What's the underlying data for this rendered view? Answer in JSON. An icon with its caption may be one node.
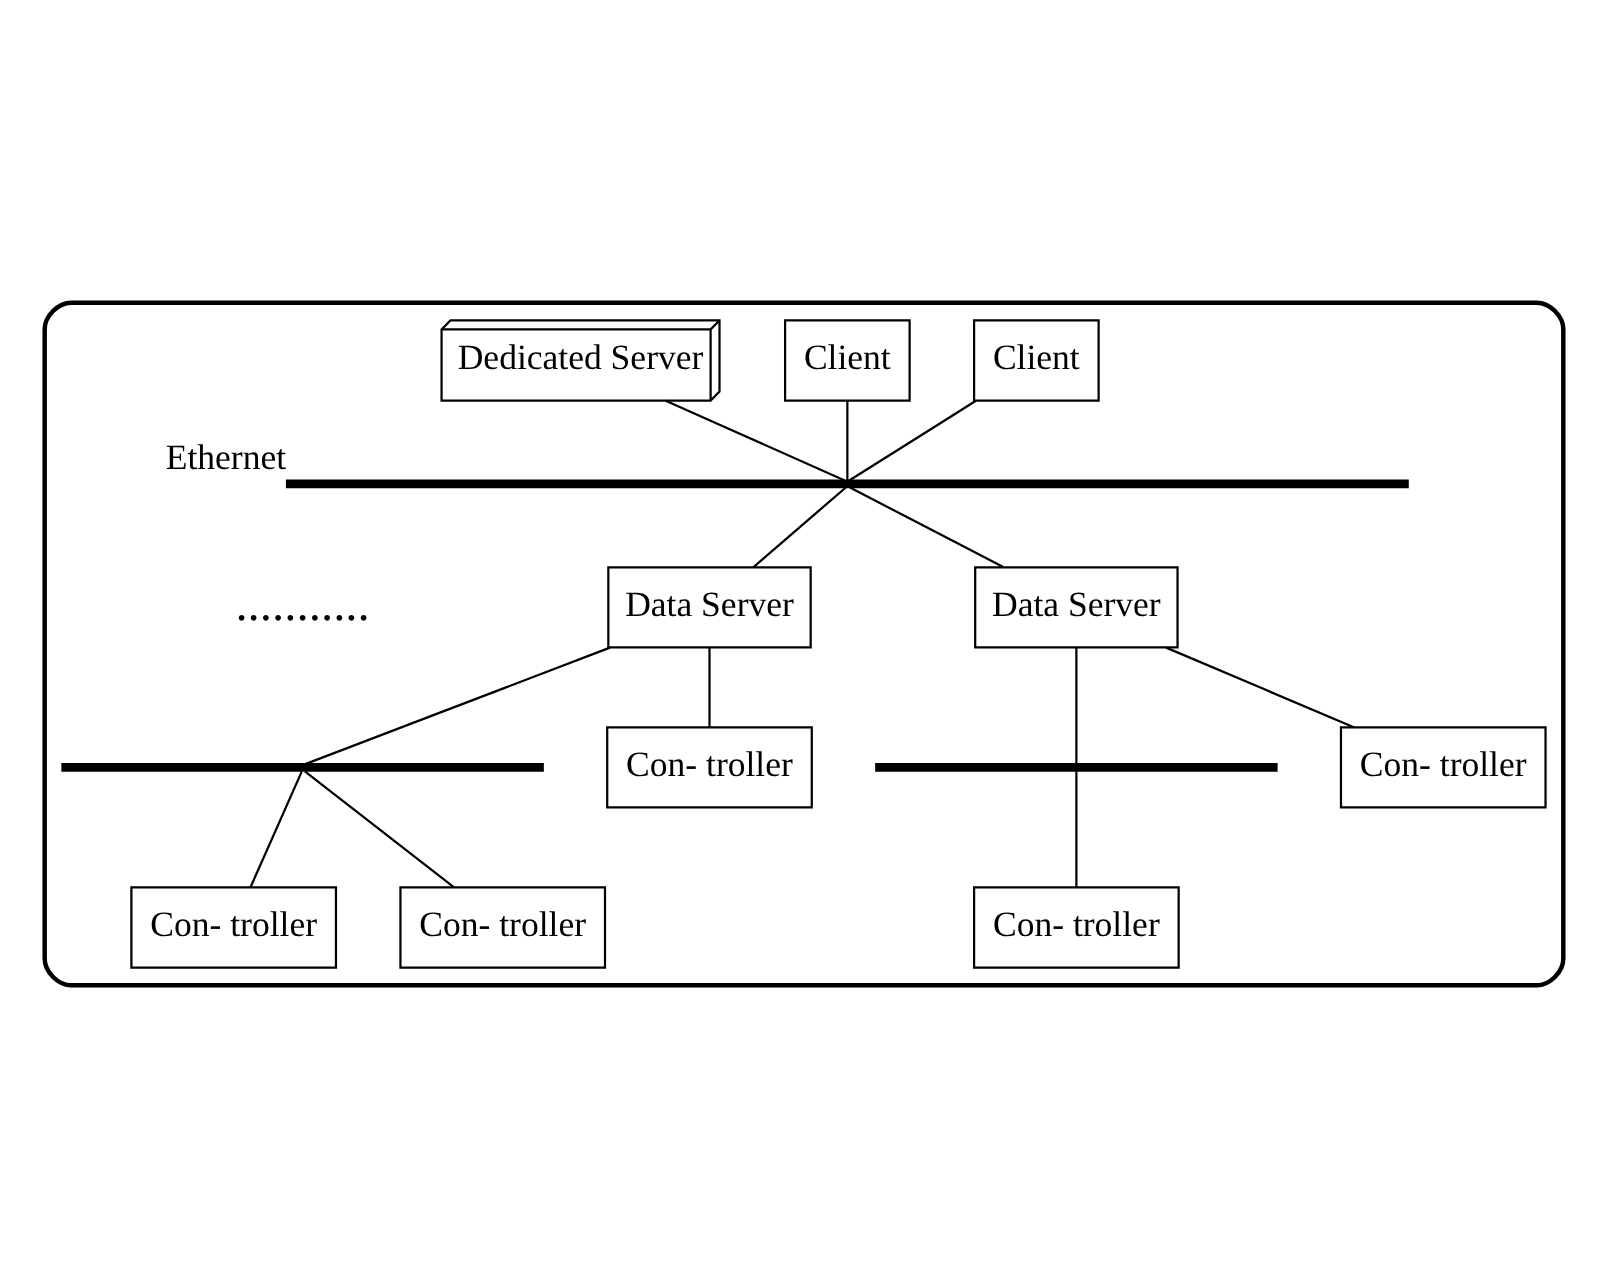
{
  "diagram": {
    "nodes": [
      {
        "text": [],
        "shape": "box"
      },
      {
        "text": [
          "Client"
        ],
        "in": 0
      },
      {
        "text": [
          "Client"
        ],
        "in": 0
      },
      {
        "text": [
          "Dedicated Server"
        ],
        "in": 0
      },
      {
        "text": [],
        "shape": "bar",
        "beside": [
          "Ethernet"
        ],
        "in": 0
      },
      {
        "text": [
          "Data Server"
        ],
        "in": 0
      },
      {
        "text": [
          "Data Server"
        ],
        "in": 0
      },
      {
        "text": [],
        "shape": "bar",
        "in": 0
      },
      {
        "text": [
          "Con- troller"
        ],
        "in": 0
      },
      {
        "text": [
          "Con- troller"
        ],
        "in": 0
      },
      {
        "text": [
          "Con- troller"
        ],
        "in": 0
      },
      {
        "text": [],
        "shape": "bar",
        "in": 0
      },
      {
        "text": [
          "Con- troller"
        ],
        "in": 0
      },
      {
        "text": [
          "Con- troller"
        ],
        "in": 0
      }
    ],
    "edges": [
      {
        "from": 1,
        "to": 4,
        "arrow": "none"
      },
      {
        "from": 2,
        "to": 4,
        "arrow": "none"
      },
      {
        "from": 3,
        "to": 4,
        "arrow": "none"
      },
      {
        "from": 4,
        "to": 5,
        "arrow": "none"
      },
      {
        "from": 4,
        "to": 6,
        "arrow": "none"
      },
      {
        "from": 5,
        "to": 8,
        "arrow": "none"
      },
      {
        "from": 5,
        "to": 7,
        "arrow": "none"
      },
      {
        "from": 7,
        "to": 9,
        "arrow": "none"
      },
      {
        "from": 7,
        "to": 10,
        "arrow": "none"
      },
      {
        "from": 6,
        "to": 12,
        "arrow": "none"
      },
      {
        "from": 6,
        "to": 11,
        "arrow": "none"
      },
      {
        "from": 11,
        "to": 13,
        "arrow": "none"
      }
    ],
    "labels": [
      "..........."
    ]
  }
}
